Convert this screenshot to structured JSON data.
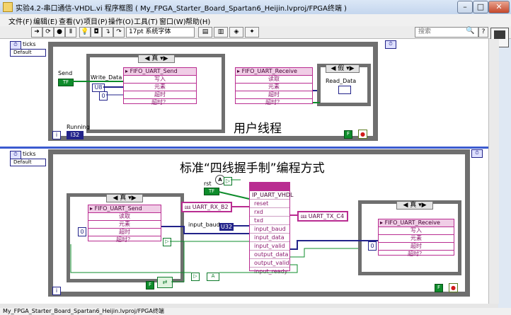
{
  "window": {
    "title": "实验4.2-串口通信-VHDL.vi 程序框图 ( My_FPGA_Starter_Board_Spartan6_Heijin.lvproj/FPGA终端 )",
    "controls": {
      "minimize": "–",
      "maximize": "□",
      "close": "✕"
    }
  },
  "menu": [
    "文件(F)",
    "编辑(E)",
    "查看(V)",
    "项目(P)",
    "操作(O)",
    "工具(T)",
    "窗口(W)",
    "帮助(H)"
  ],
  "toolbar": {
    "font": "17pt 系统字体",
    "search_placeholder": "搜索",
    "help": "?"
  },
  "status": {
    "text": "My_FPGA_Starter_Board_Spartan6_Heijin.lvproj/FPGA终端"
  },
  "diagram": {
    "top_section": {
      "ticks_label": "ticks",
      "ticks_default": "Default",
      "case_true": "真",
      "case_false": "假",
      "send_label": "Send",
      "send_const": "TF",
      "write_data_label": "Write_Data",
      "write_data_type": "U8",
      "zero_const": "0",
      "fifo_send": {
        "title": "FIFO_UART_Send",
        "rows": [
          "写入",
          "元素",
          "超时",
          "超时？"
        ]
      },
      "fifo_receive": {
        "title": "FIFO_UART_Receive",
        "rows": [
          "读取",
          "元素",
          "超时",
          "超时？"
        ]
      },
      "read_data_label": "Read_Data",
      "running_label": "Running",
      "running_type": "I32",
      "iteration": "i",
      "stop_false": "F",
      "caption": "用户线程"
    },
    "bottom_section": {
      "ticks_label": "ticks",
      "ticks_default": "Default",
      "caption": "标准“四线握手制”编程方式",
      "case_true_left": "真",
      "case_true_right": "真",
      "rst_label": "rst",
      "rst_const": "TF",
      "a_const": "A",
      "fifo_send": {
        "title": "FIFO_UART_Send",
        "rows": [
          "读取",
          "元素",
          "超时",
          "超时？"
        ]
      },
      "fifo_receive": {
        "title": "FIFO_UART_Receive",
        "rows": [
          "写入",
          "元素",
          "超时",
          "超时？"
        ]
      },
      "ip_node": {
        "title": "IP_UART_VHDL",
        "rows": [
          "reset",
          "rxd",
          "txd",
          "input_baud",
          "input_data",
          "input_valid",
          "output_data",
          "output_valid",
          "input_ready"
        ]
      },
      "uart_rx": "UART_RX_B2",
      "uart_tx": "UART_TX_C4",
      "input_baud_label": "input_baud",
      "input_baud_type": "U32",
      "zero_left": "0",
      "zero_right": "0",
      "iteration": "i",
      "stop_false": "F",
      "shift_false": "F"
    }
  }
}
